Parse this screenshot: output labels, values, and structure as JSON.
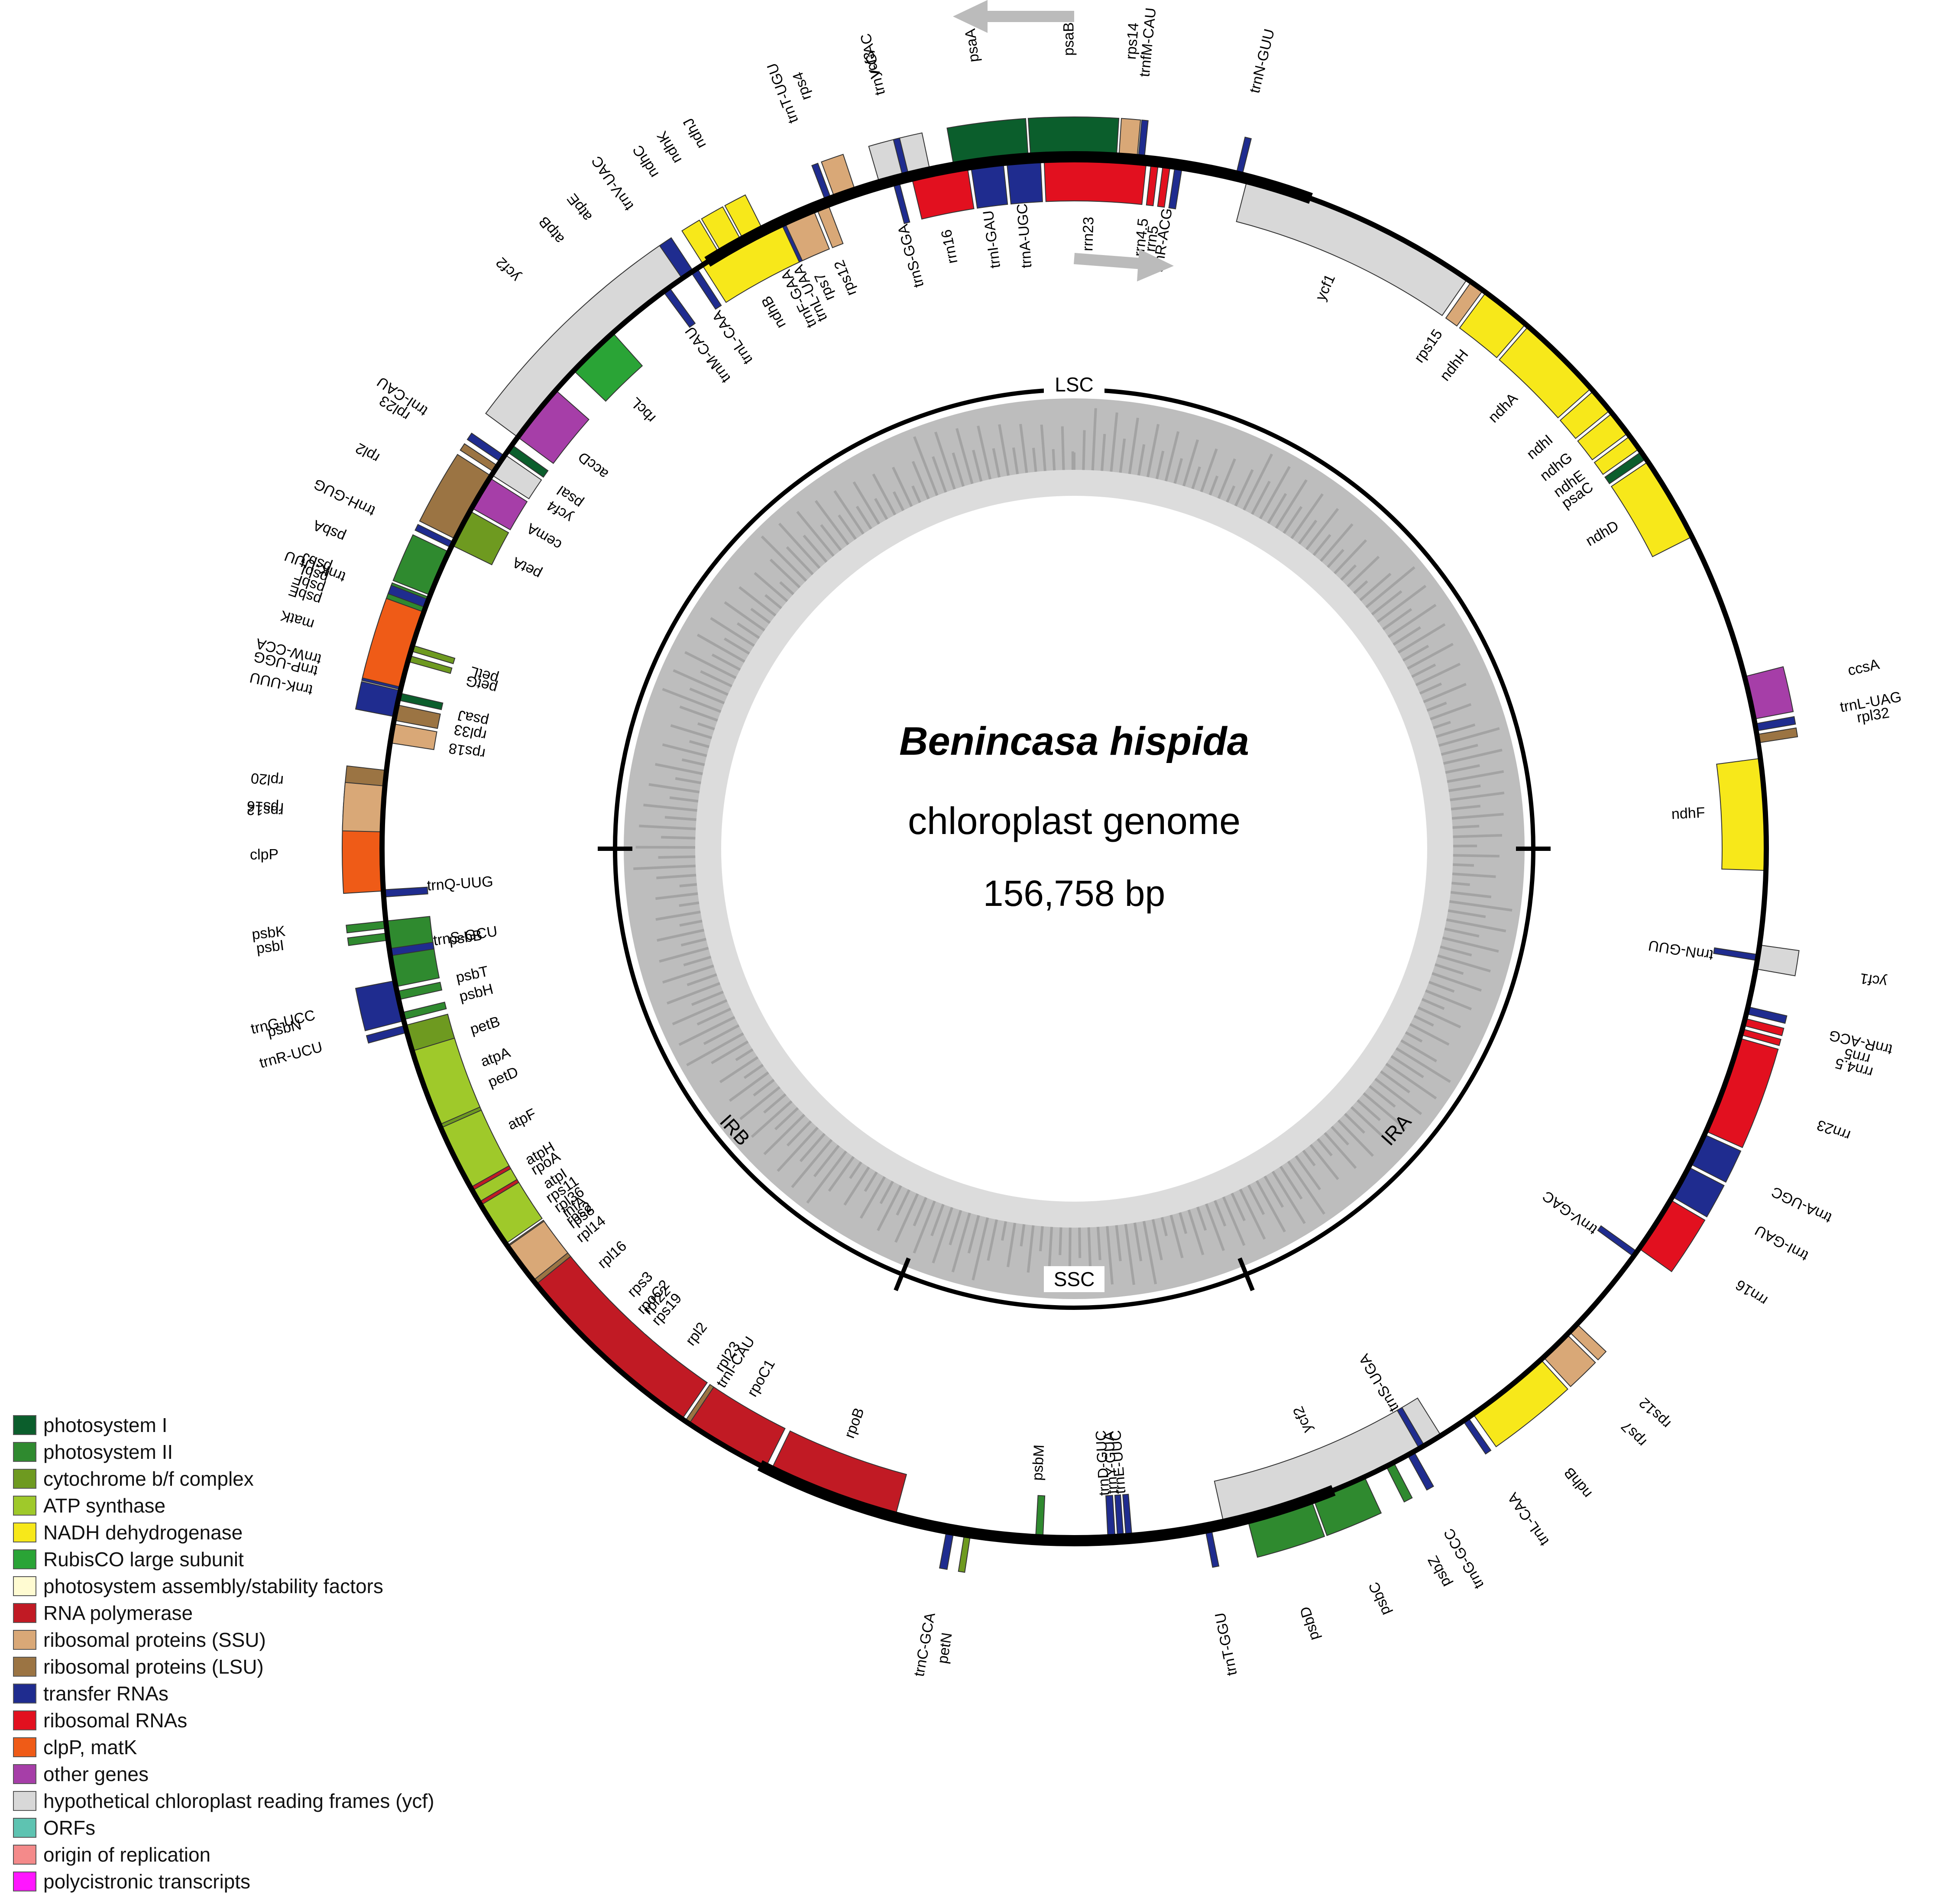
{
  "title": {
    "species": "Benincasa hispida",
    "subtitle": "chloroplast genome",
    "size": "156,758 bp"
  },
  "region_labels": {
    "lsc": "LSC",
    "ssc": "SSC",
    "ira": "IRA",
    "irb": "IRB"
  },
  "colors": {
    "photosystem_I": "#0b5e2c",
    "photosystem_II": "#2f8a2f",
    "cytochrome": "#6e9a20",
    "atp": "#9fc92a",
    "ndh": "#f7e81a",
    "rubisco": "#2aa436",
    "assembly": "#fffbd2",
    "rna_pol": "#c11a24",
    "ssu": "#d9a877",
    "lsu": "#9b7443",
    "trna": "#1f2c8f",
    "rrna": "#e2101f",
    "clp": "#ef5b17",
    "other": "#a63ea8",
    "ycf": "#d8d8d8",
    "orf": "#5ec3b1",
    "origin": "#f48a8a",
    "polycistronic": "#ff16ff"
  },
  "legend": [
    {
      "label": "photosystem I",
      "color": "#0b5e2c"
    },
    {
      "label": "photosystem II",
      "color": "#2f8a2f"
    },
    {
      "label": "cytochrome b/f complex",
      "color": "#6e9a20"
    },
    {
      "label": "ATP synthase",
      "color": "#9fc92a"
    },
    {
      "label": "NADH dehydrogenase",
      "color": "#f7e81a"
    },
    {
      "label": "RubisCO large subunit",
      "color": "#2aa436"
    },
    {
      "label": "photosystem assembly/stability factors",
      "color": "#fffbd2"
    },
    {
      "label": "RNA polymerase",
      "color": "#c11a24"
    },
    {
      "label": "ribosomal proteins (SSU)",
      "color": "#d9a877"
    },
    {
      "label": "ribosomal proteins (LSU)",
      "color": "#9b7443"
    },
    {
      "label": "transfer RNAs",
      "color": "#1f2c8f"
    },
    {
      "label": "ribosomal RNAs",
      "color": "#e2101f"
    },
    {
      "label": "clpP, matK",
      "color": "#ef5b17"
    },
    {
      "label": "other genes",
      "color": "#a63ea8"
    },
    {
      "label": "hypothetical chloroplast reading frames (ycf)",
      "color": "#d8d8d8"
    },
    {
      "label": "ORFs",
      "color": "#5ec3b1"
    },
    {
      "label": "origin of replication",
      "color": "#f48a8a"
    },
    {
      "label": "polycistronic transcripts",
      "color": "#ff16ff"
    }
  ],
  "genes": [
    {
      "name": "psaA",
      "a1": -10.0,
      "a2": -3.8,
      "cat": "photosystem_I",
      "side": "out"
    },
    {
      "name": "psaB",
      "a1": -3.6,
      "a2": 3.5,
      "cat": "photosystem_I",
      "side": "out"
    },
    {
      "name": "rps14",
      "a1": 3.7,
      "a2": 5.2,
      "cat": "ssu",
      "side": "out"
    },
    {
      "name": "trnfM-CAU",
      "a1": 5.3,
      "a2": 5.8,
      "cat": "trna",
      "side": "out"
    },
    {
      "name": "ycf3",
      "a1": -16.3,
      "a2": -12.0,
      "cat": "ycf",
      "side": "out"
    },
    {
      "name": "rps4",
      "a1": -20.2,
      "a2": -18.4,
      "cat": "ssu",
      "side": "out"
    },
    {
      "name": "trnT-UGU",
      "a1": -21.0,
      "a2": -20.5,
      "cat": "trna",
      "side": "out"
    },
    {
      "name": "trnS-GGA",
      "a1": -15.2,
      "a2": -14.7,
      "cat": "trna",
      "side": "in"
    },
    {
      "name": "trnL-UAA",
      "a1": -25.6,
      "a2": -24.3,
      "cat": "trna",
      "side": "in"
    },
    {
      "name": "trnF-GAA",
      "a1": -26.4,
      "a2": -25.9,
      "cat": "trna",
      "side": "in"
    },
    {
      "name": "ndhJ",
      "a1": -28.5,
      "a2": -26.7,
      "cat": "ndh",
      "side": "out"
    },
    {
      "name": "ndhK",
      "a1": -30.6,
      "a2": -28.7,
      "cat": "ndh",
      "side": "out"
    },
    {
      "name": "ndhC",
      "a1": -32.4,
      "a2": -30.8,
      "cat": "ndh",
      "side": "out"
    },
    {
      "name": "trnV-UAC",
      "a1": -35.4,
      "a2": -33.4,
      "cat": "trna",
      "side": "out"
    },
    {
      "name": "trnM-CAU",
      "a1": -36.4,
      "a2": -35.8,
      "cat": "trna",
      "side": "in"
    },
    {
      "name": "atpE",
      "a1": -38.0,
      "a2": -36.6,
      "cat": "atp",
      "side": "out"
    },
    {
      "name": "atpB",
      "a1": -41.5,
      "a2": -38.2,
      "cat": "atp",
      "side": "out"
    },
    {
      "name": "rbcL",
      "a1": -46.3,
      "a2": -41.8,
      "cat": "rubisco",
      "side": "in"
    },
    {
      "name": "accD",
      "a1": -53.5,
      "a2": -48.5,
      "cat": "other",
      "side": "in"
    },
    {
      "name": "psaI",
      "a1": -55.0,
      "a2": -54.3,
      "cat": "photosystem_I",
      "side": "in"
    },
    {
      "name": "ycf4",
      "a1": -57.3,
      "a2": -55.3,
      "cat": "ycf",
      "side": "in"
    },
    {
      "name": "cemA",
      "a1": -60.5,
      "a2": -57.6,
      "cat": "other",
      "side": "in"
    },
    {
      "name": "petA",
      "a1": -64.0,
      "a2": -60.8,
      "cat": "cytochrome",
      "side": "in"
    },
    {
      "name": "psbJ",
      "a1": -69.2,
      "a2": -68.7,
      "cat": "photosystem_II",
      "side": "out"
    },
    {
      "name": "psbL",
      "a1": -70.0,
      "a2": -69.5,
      "cat": "photosystem_II",
      "side": "out"
    },
    {
      "name": "psbF",
      "a1": -70.8,
      "a2": -70.3,
      "cat": "photosystem_II",
      "side": "out"
    },
    {
      "name": "psbE",
      "a1": -71.8,
      "a2": -71.0,
      "cat": "photosystem_II",
      "side": "out"
    },
    {
      "name": "petL",
      "a1": -73.4,
      "a2": -72.9,
      "cat": "cytochrome",
      "side": "in"
    },
    {
      "name": "petG",
      "a1": -74.3,
      "a2": -73.8,
      "cat": "cytochrome",
      "side": "in"
    },
    {
      "name": "trnW-CCA",
      "a1": -75.8,
      "a2": -75.3,
      "cat": "trna",
      "side": "out"
    },
    {
      "name": "trnP-UGG",
      "a1": -76.7,
      "a2": -76.2,
      "cat": "trna",
      "side": "out"
    },
    {
      "name": "psaJ",
      "a1": -77.6,
      "a2": -77.0,
      "cat": "photosystem_I",
      "side": "in"
    },
    {
      "name": "rpl33",
      "a1": -79.3,
      "a2": -78.0,
      "cat": "lsu",
      "side": "in"
    },
    {
      "name": "rps18",
      "a1": -81.2,
      "a2": -79.6,
      "cat": "ssu",
      "side": "in"
    },
    {
      "name": "rpl20",
      "a1": -86.0,
      "a2": -83.5,
      "cat": "lsu",
      "side": "out"
    },
    {
      "name": "rps12",
      "a1": -87.5,
      "a2": -86.4,
      "cat": "ssu",
      "side": "out"
    },
    {
      "name": "clpP",
      "a1": -93.5,
      "a2": -88.0,
      "cat": "clp",
      "side": "out"
    },
    {
      "name": "psbB",
      "a1": -101.5,
      "a2": -96.0,
      "cat": "photosystem_II",
      "side": "in"
    },
    {
      "name": "psbT",
      "a1": -102.6,
      "a2": -101.9,
      "cat": "photosystem_II",
      "side": "in"
    },
    {
      "name": "psbN",
      "a1": -103.4,
      "a2": -102.9,
      "cat": "photosystem_II",
      "side": "out"
    },
    {
      "name": "psbH",
      "a1": -104.3,
      "a2": -103.7,
      "cat": "photosystem_II",
      "side": "in"
    },
    {
      "name": "petB",
      "a1": -109.5,
      "a2": -104.8,
      "cat": "cytochrome",
      "side": "in"
    },
    {
      "name": "petD",
      "a1": -114.5,
      "a2": -110.0,
      "cat": "cytochrome",
      "side": "in"
    },
    {
      "name": "rpoA",
      "a1": -123.2,
      "a2": -119.2,
      "cat": "rna_pol",
      "side": "in"
    },
    {
      "name": "rps11",
      "a1": -124.7,
      "a2": -123.5,
      "cat": "ssu",
      "side": "in"
    },
    {
      "name": "rpl36",
      "a1": -125.5,
      "a2": -125.0,
      "cat": "lsu",
      "side": "in"
    },
    {
      "name": "infA",
      "a1": -126.3,
      "a2": -125.8,
      "cat": "other",
      "side": "in"
    },
    {
      "name": "rps8",
      "a1": -127.8,
      "a2": -126.6,
      "cat": "ssu",
      "side": "in"
    },
    {
      "name": "rpl14",
      "a1": -129.2,
      "a2": -128.1,
      "cat": "lsu",
      "side": "in"
    },
    {
      "name": "rpl16",
      "a1": -134.0,
      "a2": -129.5,
      "cat": "lsu",
      "side": "in"
    },
    {
      "name": "rps3",
      "a1": -136.8,
      "a2": -134.3,
      "cat": "ssu",
      "side": "in"
    },
    {
      "name": "rpl22",
      "a1": -138.3,
      "a2": -137.1,
      "cat": "ssu",
      "side": "in"
    },
    {
      "name": "rps19",
      "a1": -139.3,
      "a2": -138.6,
      "cat": "ssu",
      "side": "in"
    },
    {
      "name": "rpl2",
      "a1": -145.5,
      "a2": -139.6,
      "cat": "lsu",
      "side": "in"
    },
    {
      "name": "rpl23",
      "a1": -146.5,
      "a2": -145.8,
      "cat": "lsu",
      "side": "in"
    },
    {
      "name": "trnI-CAU",
      "a1": -147.3,
      "a2": -146.8,
      "cat": "trna",
      "side": "in"
    },
    {
      "name": "ycf2",
      "a1": 148.0,
      "a2": 167.5,
      "cat": "ycf",
      "side": "in"
    },
    {
      "name": "trnL-CAA",
      "a1": 145.3,
      "a2": 145.8,
      "cat": "trna",
      "side": "out"
    },
    {
      "name": "ndhB",
      "a1": 137.6,
      "a2": 144.8,
      "cat": "ndh",
      "side": "out"
    },
    {
      "name": "rps7",
      "a1": 134.6,
      "a2": 137.3,
      "cat": "ssu",
      "side": "out"
    },
    {
      "name": "rps12",
      "a1": 133.4,
      "a2": 134.3,
      "cat": "ssu",
      "side": "out"
    },
    {
      "name": "trnV-GAC",
      "a1": 125.6,
      "a2": 126.1,
      "cat": "trna",
      "side": "in"
    },
    {
      "name": "rrn16",
      "a1": 120.5,
      "a2": 125.3,
      "cat": "rrna",
      "side": "out"
    },
    {
      "name": "trnI-GAU",
      "a1": 117.4,
      "a2": 120.2,
      "cat": "trna",
      "side": "out"
    },
    {
      "name": "trnA-UGC",
      "a1": 114.4,
      "a2": 117.1,
      "cat": "trna",
      "side": "out"
    },
    {
      "name": "rrn23",
      "a1": 105.9,
      "a2": 114.1,
      "cat": "rrna",
      "side": "out"
    },
    {
      "name": "rrn4.5",
      "a1": 105.1,
      "a2": 105.6,
      "cat": "rrna",
      "side": "out"
    },
    {
      "name": "rrn5",
      "a1": 104.2,
      "a2": 104.8,
      "cat": "rrna",
      "side": "out"
    },
    {
      "name": "trnR-ACG",
      "a1": 103.2,
      "a2": 103.8,
      "cat": "trna",
      "side": "out"
    },
    {
      "name": "trnN-GUU",
      "a1": 98.8,
      "a2": 99.3,
      "cat": "trna",
      "side": "in"
    },
    {
      "name": "ycf1",
      "a1": 98.0,
      "a2": 100.0,
      "cat": "ycf",
      "side": "out"
    },
    {
      "name": "ndhF",
      "a1": 82.5,
      "a2": 91.8,
      "cat": "ndh",
      "side": "in"
    },
    {
      "name": "rpl32",
      "a1": 80.5,
      "a2": 81.2,
      "cat": "lsu",
      "side": "out"
    },
    {
      "name": "trnL-UAG",
      "a1": 79.6,
      "a2": 80.2,
      "cat": "trna",
      "side": "out"
    },
    {
      "name": "ccsA",
      "a1": 75.6,
      "a2": 79.2,
      "cat": "other",
      "side": "out"
    },
    {
      "name": "ndhD",
      "a1": 56.0,
      "a2": 63.2,
      "cat": "ndh",
      "side": "in"
    },
    {
      "name": "psaC",
      "a1": 55.0,
      "a2": 55.7,
      "cat": "photosystem_I",
      "side": "in"
    },
    {
      "name": "ndhE",
      "a1": 53.4,
      "a2": 54.7,
      "cat": "ndh",
      "side": "in"
    },
    {
      "name": "ndhG",
      "a1": 51.0,
      "a2": 53.1,
      "cat": "ndh",
      "side": "in"
    },
    {
      "name": "ndhI",
      "a1": 48.6,
      "a2": 50.7,
      "cat": "ndh",
      "side": "in"
    },
    {
      "name": "ndhA",
      "a1": 41.0,
      "a2": 48.3,
      "cat": "ndh",
      "side": "in"
    },
    {
      "name": "ndhH",
      "a1": 36.5,
      "a2": 40.7,
      "cat": "ndh",
      "side": "in"
    },
    {
      "name": "rps15",
      "a1": 35.0,
      "a2": 36.2,
      "cat": "ssu",
      "side": "in"
    },
    {
      "name": "ycf1",
      "a1": 14.5,
      "a2": 34.6,
      "cat": "ycf",
      "side": "in"
    },
    {
      "name": "trnN-GUU",
      "a1": 13.5,
      "a2": 14.0,
      "cat": "trna",
      "side": "out"
    },
    {
      "name": "trnR-ACG",
      "a1": 8.4,
      "a2": 9.0,
      "cat": "trna",
      "side": "in"
    },
    {
      "name": "rrn5",
      "a1": 7.4,
      "a2": 8.0,
      "cat": "rrna",
      "side": "in"
    },
    {
      "name": "rrn4.5",
      "a1": 6.4,
      "a2": 7.0,
      "cat": "rrna",
      "side": "in"
    },
    {
      "name": "rrn23",
      "a1": -2.5,
      "a2": 6.0,
      "cat": "rrna",
      "side": "in"
    },
    {
      "name": "trnA-UGC",
      "a1": -5.6,
      "a2": -2.8,
      "cat": "trna",
      "side": "in"
    },
    {
      "name": "trnI-GAU",
      "a1": -8.6,
      "a2": -5.9,
      "cat": "trna",
      "side": "in"
    },
    {
      "name": "rrn16",
      "a1": -13.6,
      "a2": -8.9,
      "cat": "rrna",
      "side": "in"
    },
    {
      "name": "trnV-GAC",
      "a1": -14.3,
      "a2": -13.8,
      "cat": "trna",
      "side": "out"
    },
    {
      "name": "rps12",
      "a1": -21.9,
      "a2": -20.9,
      "cat": "ssu",
      "side": "in"
    },
    {
      "name": "rps7",
      "a1": -24.8,
      "a2": -22.2,
      "cat": "ssu",
      "side": "in"
    },
    {
      "name": "ndhB",
      "a1": -32.5,
      "a2": -25.1,
      "cat": "ndh",
      "side": "in"
    },
    {
      "name": "trnL-CAA",
      "a1": -33.6,
      "a2": -33.0,
      "cat": "trna",
      "side": "in"
    },
    {
      "name": "ycf2",
      "a1": -53.5,
      "a2": -34.5,
      "cat": "ycf",
      "side": "out"
    },
    {
      "name": "trnI-CAU",
      "a1": -56.0,
      "a2": -55.4,
      "cat": "trna",
      "side": "out"
    },
    {
      "name": "rpl23",
      "a1": -57.0,
      "a2": -56.4,
      "cat": "lsu",
      "side": "out"
    },
    {
      "name": "rpl2",
      "a1": -63.4,
      "a2": -57.4,
      "cat": "lsu",
      "side": "out"
    },
    {
      "name": "trnH-GUG",
      "a1": -64.2,
      "a2": -63.7,
      "cat": "trna",
      "side": "out"
    },
    {
      "name": "psbA",
      "a1": -68.5,
      "a2": -64.6,
      "cat": "photosystem_II",
      "side": "out"
    },
    {
      "name": "trnK-UUU",
      "a1": -69.6,
      "a2": -68.9,
      "cat": "trna",
      "side": "out"
    },
    {
      "name": "matK",
      "a1": -76.5,
      "a2": -70.0,
      "cat": "clp",
      "side": "out"
    },
    {
      "name": "trnK-UUU",
      "a1": -79.0,
      "a2": -76.8,
      "cat": "trna",
      "side": "out"
    },
    {
      "name": "rps16",
      "a1": -88.6,
      "a2": -84.8,
      "cat": "ssu",
      "side": "out"
    },
    {
      "name": "trnQ-UUG",
      "a1": -94.0,
      "a2": -93.4,
      "cat": "trna",
      "side": "in"
    },
    {
      "name": "psbK",
      "a1": -96.6,
      "a2": -96.0,
      "cat": "photosystem_II",
      "side": "out"
    },
    {
      "name": "psbI",
      "a1": -97.6,
      "a2": -97.0,
      "cat": "photosystem_II",
      "side": "out"
    },
    {
      "name": "trnS-GCU",
      "a1": -98.9,
      "a2": -98.3,
      "cat": "trna",
      "side": "in"
    },
    {
      "name": "trnG-UCC",
      "a1": -104.4,
      "a2": -101.0,
      "cat": "trna",
      "side": "out"
    },
    {
      "name": "trnR-UCU",
      "a1": -105.4,
      "a2": -104.8,
      "cat": "trna",
      "side": "out"
    },
    {
      "name": "atpA",
      "a1": -113.5,
      "a2": -107.0,
      "cat": "atp",
      "side": "in"
    },
    {
      "name": "atpF",
      "a1": -119.3,
      "a2": -113.8,
      "cat": "atp",
      "side": "in"
    },
    {
      "name": "atpH",
      "a1": -120.7,
      "a2": -119.6,
      "cat": "atp",
      "side": "in"
    },
    {
      "name": "atpI",
      "a1": -124.8,
      "a2": -121.0,
      "cat": "atp",
      "side": "in"
    },
    {
      "name": "rps2",
      "a1": -128.6,
      "a2": -125.1,
      "cat": "ssu",
      "side": "in"
    },
    {
      "name": "rpoC2",
      "a1": -145.5,
      "a2": -129.0,
      "cat": "rna_pol",
      "side": "in"
    },
    {
      "name": "rpoC1",
      "a1": -153.5,
      "a2": -146.2,
      "cat": "rna_pol",
      "side": "in"
    },
    {
      "name": "rpoB",
      "a1": -165.0,
      "a2": -154.0,
      "cat": "rna_pol",
      "side": "in"
    },
    {
      "name": "trnC-GCA",
      "a1": -170.0,
      "a2": -169.4,
      "cat": "trna",
      "side": "out"
    },
    {
      "name": "petN",
      "a1": -171.4,
      "a2": -170.9,
      "cat": "cytochrome",
      "side": "out"
    },
    {
      "name": "psbM",
      "a1": -177.4,
      "a2": -176.8,
      "cat": "photosystem_II",
      "side": "in"
    },
    {
      "name": "trnD-GUC",
      "a1": 176.6,
      "a2": 177.2,
      "cat": "trna",
      "side": "in"
    },
    {
      "name": "trnY-GUA",
      "a1": 175.9,
      "a2": 176.4,
      "cat": "trna",
      "side": "in"
    },
    {
      "name": "trnE-UUC",
      "a1": 175.2,
      "a2": 175.7,
      "cat": "trna",
      "side": "in"
    },
    {
      "name": "trnT-GGU",
      "a1": 168.6,
      "a2": 169.1,
      "cat": "trna",
      "side": "out"
    },
    {
      "name": "psbD",
      "a1": 160.0,
      "a2": 165.5,
      "cat": "photosystem_II",
      "side": "out"
    },
    {
      "name": "psbC",
      "a1": 155.2,
      "a2": 159.8,
      "cat": "photosystem_II",
      "side": "out"
    },
    {
      "name": "psbZ",
      "a1": 152.5,
      "a2": 153.2,
      "cat": "photosystem_II",
      "side": "out"
    },
    {
      "name": "trnG-GCC",
      "a1": 150.6,
      "a2": 151.2,
      "cat": "trna",
      "side": "out"
    },
    {
      "name": "trnS-UGA",
      "a1": 149.6,
      "a2": 150.1,
      "cat": "trna",
      "side": "in"
    }
  ]
}
